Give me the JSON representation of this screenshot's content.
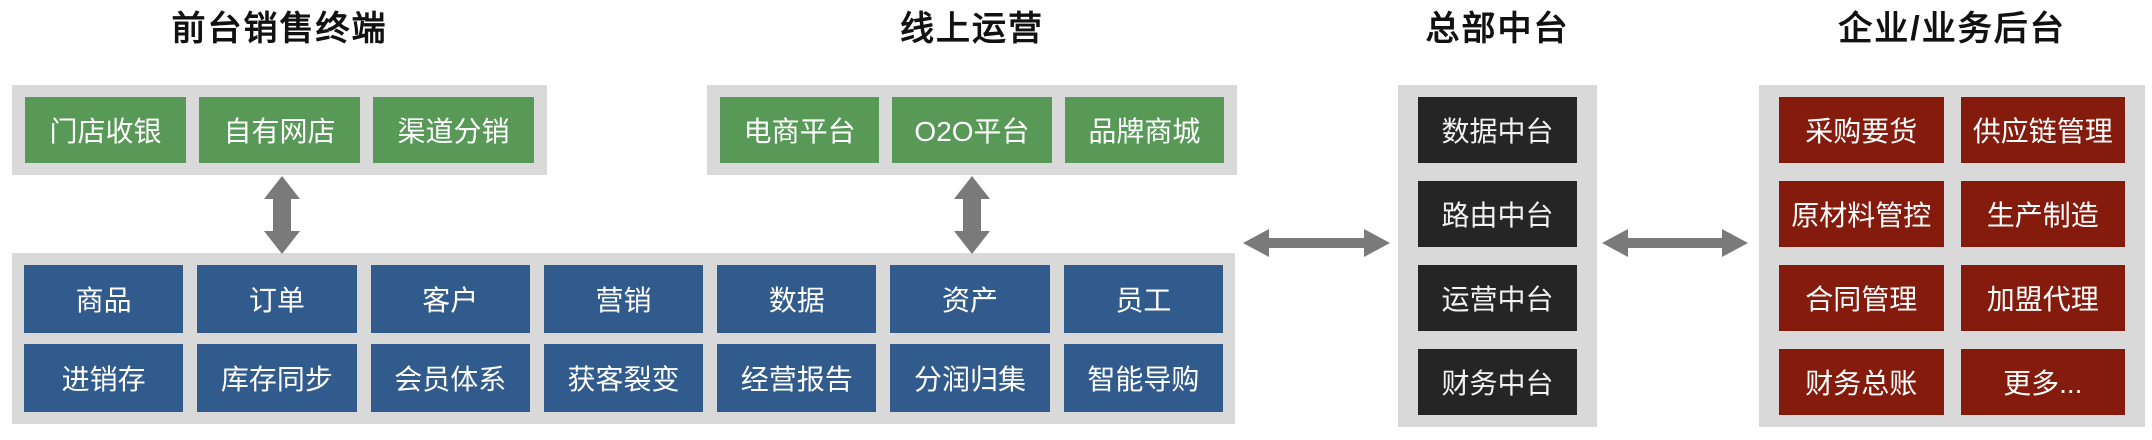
{
  "diagram": {
    "front_terminal": {
      "title": "前台销售终端",
      "items": [
        "门店收银",
        "自有网店",
        "渠道分销"
      ]
    },
    "online_ops": {
      "title": "线上运营",
      "items": [
        "电商平台",
        "O2O平台",
        "品牌商城"
      ]
    },
    "middle_platform": {
      "row1": [
        "商品",
        "订单",
        "客户",
        "营销",
        "数据",
        "资产",
        "员工"
      ],
      "row2": [
        "进销存",
        "库存同步",
        "会员体系",
        "获客裂变",
        "经营报告",
        "分润归集",
        "智能导购"
      ]
    },
    "hq": {
      "title": "总部中台",
      "items": [
        "数据中台",
        "路由中台",
        "运营中台",
        "财务中台"
      ]
    },
    "backend": {
      "title": "企业/业务后台",
      "items": [
        "采购要货",
        "供应链管理",
        "原材料管控",
        "生产制造",
        "合同管理",
        "加盟代理",
        "财务总账",
        "更多..."
      ]
    }
  },
  "colors": {
    "sales_channel": "#589958",
    "capability": "#315A8D",
    "hq_platform": "#252525",
    "backend": "#851B0D",
    "panel": "#D9D9D9",
    "arrow": "#7A7A7A"
  }
}
